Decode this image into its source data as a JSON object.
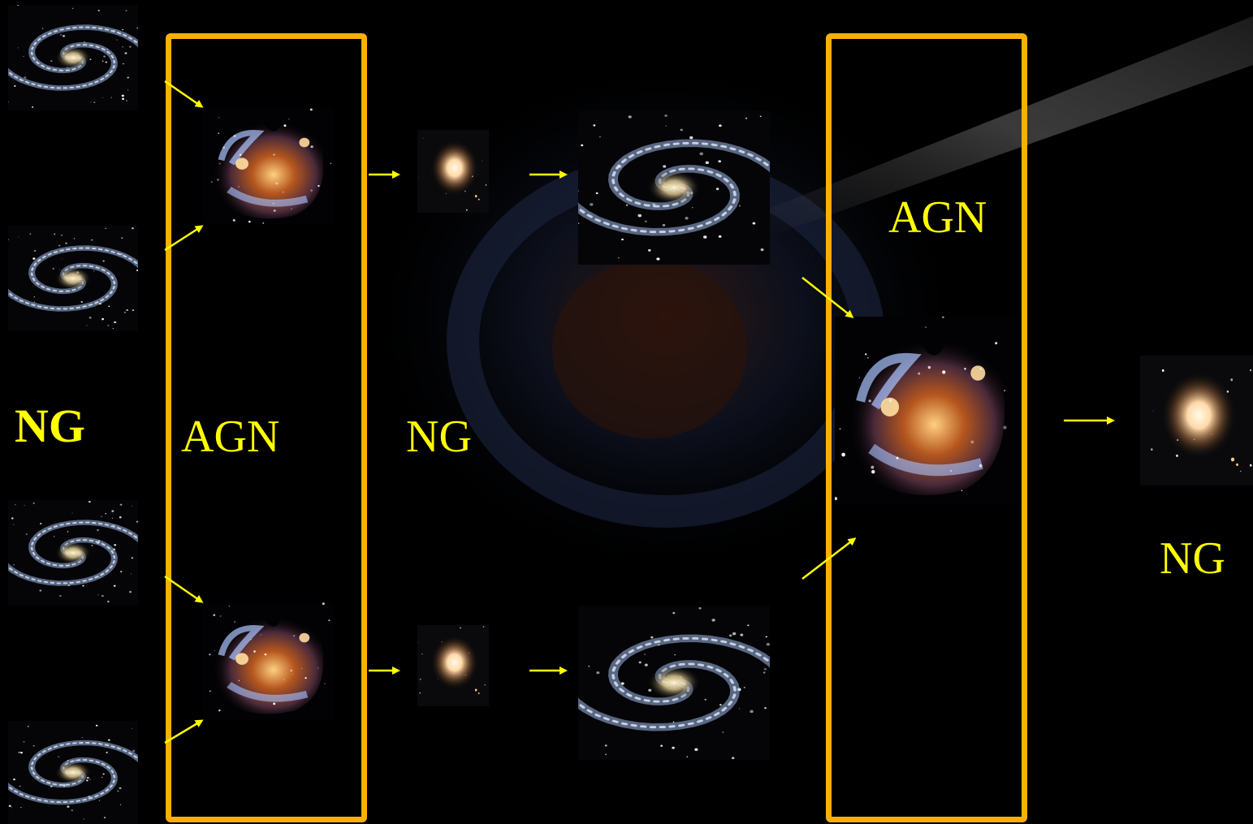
{
  "labels": {
    "ng_left": "NG",
    "agn_left": "AGN",
    "ng_middle": "NG",
    "agn_right": "AGN",
    "ng_right": "NG"
  },
  "colors": {
    "label_text": "#ffff00",
    "arrow": "#ffff00",
    "box_border": "#f9b000",
    "background": "#000000"
  },
  "icons": {
    "spiral": "spiral-galaxy-icon",
    "merger": "merging-galaxies-icon",
    "elliptical": "elliptical-galaxy-icon"
  }
}
